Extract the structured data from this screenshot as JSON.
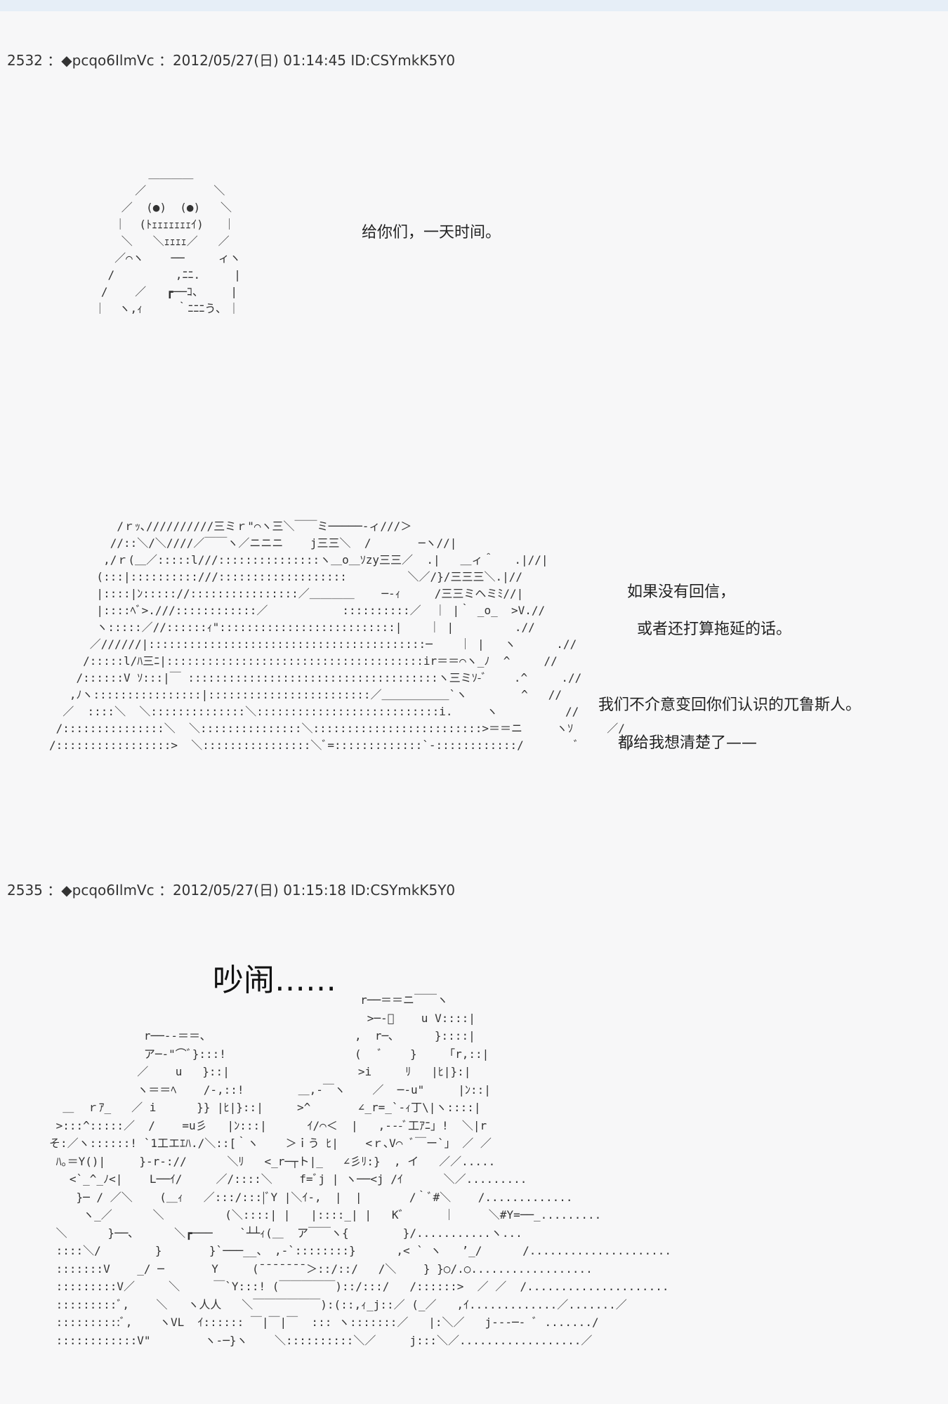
{
  "posts": [
    {
      "header": "2532 ：◆pcqo6IlmVc ：2012/05/27(日) 01:14:45 ID:CSYmkK5Y0",
      "panels": [
        {
          "art": "          ＿＿＿＿\n        ／          ＼\n      ／  (●)  (●)   ＼\n     ｜  (ﾄｪｪｪｪｪｪｪｲ)   ｜\n      ＼   ＼ｪｪｪｪ／   ／\n     ／⌒ヽ    ──     ィヽ\n    /         ,ﾆﾆ.     |\n   /    ／   ┏──ｺ、    |\n  ｜  ヽ,ｨ     ｀ﾆﾆﾆう､ ｜",
          "lines": [
            "给你们，一天时间。"
          ]
        },
        {
          "art": "          /ｒｯ､//////////三ミｒ\"⌒ヽ三＼￣￣ミ─────-ィ///＞\n         //::＼/＼////／￣￣ヽ／ニニニ    j三三＼  /       ─ヽ//|\n        ,/ｒ(＿／:::::l///:::::::::::::::ヽ＿o＿ｿzy三三／  .|   ＿ィ＾   .|//|\n       (:::|::::::::::///:::::::::::::::::::         ＼／/}/三三三＼.|//\n       |::::|ﾝ::::://::::::::::::::::／＿＿＿＿    ─-ｨ     /三三ミヘミﾐ//|\n       |::::ﾍﾞ>.///::::::::::::／           ::::::::::／  ｜ |｀ _o_  >V.//\n       ヽ:::::／//::::::ｨ\"::::::::::::::::::::::::::|    ｜ |         .//\n      ／//////|:::::::::::::::::::::::::::::::::::::::::─    ｜ |   ヽ      .//\n     /:::::l/ﾊ三ﾆ|::::::::::::::::::::::::::::::::::::::ir＝＝⌒ヽ_ﾉ  ^     //\n    /::::::V ｿ:::|￣ :::::::::::::::::::::::::::::::::::::ヽ三ミｿ-ﾞ    .^     .//\n   ,ﾉヽ::::::::::::::::|::::::::::::::::::::::::／＿＿＿＿＿＿`ヽ        ^   //\n  ／  ::::＼  ＼::::::::::::::＼:::::::::::::::::::::::::::i.     ヽ          //\n /:::::::::::::::＼  ＼:::::::::::::::＼:::::::::::::::::::::::::>＝＝ニ     ヽｿ     ／/\n/:::::::::::::::::>  ＼::::::::::::::::＼ﾞ=:::::::::::::`-::::::::::::/        ﾞ       /",
          "lines": [
            "如果没有回信，",
            "或者还打算拖延的话。",
            "我们不介意变回你们认识的兀鲁斯人。",
            "都给我想清楚了——"
          ]
        }
      ]
    },
    {
      "header": "2535 ：◆pcqo6IlmVc ：2012/05/27(日) 01:15:18 ID:CSYmkK5Y0",
      "title": "吵闹……",
      "art": "                                              r──＝＝ニ￣￣ヽ\n                                               >─-ﾞ    u V::::|\n              r──--＝＝､                      ,  r─､      }::::|\n              ア─-\"⌒ﾞ}:::!                   (   ﾞ    }    「r,::|\n             ／    u   }::|                   >i     ﾘ   |ﾋ|}:|\n             ヽ＝＝ﾍ    /-,::!        ＿,-￣ヽ    ／  ─-u\"     |ﾝ::|\n  ＿  ｒｱ_   ／ i      }} |ﾋ|}::|     >^       ∠_r=_`-ｨ丁\\|ヽ::::|\n >:::^:::::／  /    =u彡   |ﾝ:::|      ｲ/⌒＜  |   ,---ﾞ工ｱﾆ」!  ＼|r\nそ:／ヽ::::::! `1工エｴﾊ./＼::[｀ヽ    ＞ｉう ﾋ|    <ｒ､V⌒ ﾞ￣ー`」 ／ ／\n ﾊ｡＝Y()|     }-r-://      ＼ﾘ   <_r─┬ト|_   ∠彡ﾘ:}  , イ   ／／.....\n   <`_^_ﾉ<|    L──ｲ/     ／/::::＼    f=ﾞj | ヽ──<j /ｲ      ＼／.........\n    }─ / ／＼    (＿ｨ   ／:::/:::|ﾞY |＼ｲ-,  |  |       /｀ﾞ#＼    /.............\n     ヽ_／      ＼         (＼::::| |   |::::_| |   K゛     ｜     ＼#Y=──_.........\n ＼      }──､      ＼┏───    `┴┴ｨ(＿  ア￣￣ヽ{        }/...........ヽ...\n ::::＼/        }       }`───__、 ,-`::::::::}      ,< ` ヽ   ’_/      /.....................\n :::::::V    _/ ─       Y     (¯¯¯¯¯¯¯＞::/::/   /＼    } }○/.○..................\n :::::::::V／     ＼     ￣`Y:::! (￣￣￣￣￣)::/:::/   /::::::>  ／ ／  /.....................\n :::::::::ﾞ,    ＼   ヽ人人   ＼￣￣￣￣￣￣):(::,ｨ_j::／ (_／   ,ｲ.............／.......／\n ::::::::::ﾞ,    ヽVL  ｲ:::::: ￣|￣|￣  ::: ヽ:::::::／   |:＼／   j---─- ﾞ ......./\n ::::::::::::V\"        ヽ-─}ヽ    ＼::::::::::＼／     j:::＼／..................／"
    }
  ]
}
